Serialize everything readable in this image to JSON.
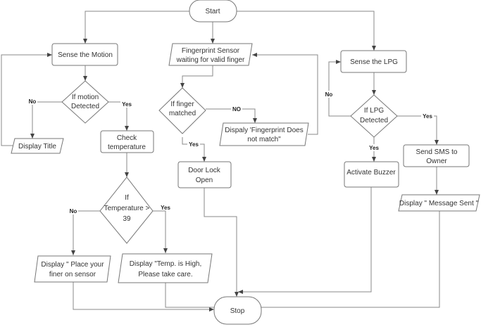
{
  "nodes": {
    "start": "Start",
    "sense_motion": "Sense the Motion",
    "motion_decision": [
      "If motion",
      "Detected"
    ],
    "display_title": "Display Title",
    "check_temp": [
      "Check",
      "temperature"
    ],
    "temp_decision": [
      "If",
      "Temperature >",
      "39"
    ],
    "display_place": [
      "Display \" Place your",
      "finer on sensor"
    ],
    "display_temp_high": [
      "Display \"Temp. is High,",
      "Please take care."
    ],
    "fingerprint": [
      "Fingerprint Sensor",
      "waiting for valid finger"
    ],
    "finger_decision": [
      "If finger",
      "matched"
    ],
    "display_fp_nomatch": [
      "Dispaly 'Fingerprint Does",
      "not match\""
    ],
    "door_lock": [
      "Door Lock",
      "Open"
    ],
    "sense_lpg": "Sense the LPG",
    "lpg_decision": [
      "If LPG",
      "Detected"
    ],
    "activate_buzzer": "Activate Buzzer",
    "send_sms": [
      "Send SMS to",
      "Owner"
    ],
    "display_msg_sent": "Display \" Message Sent \"",
    "stop": "Stop"
  },
  "edge_labels": {
    "motion_no": "No",
    "motion_yes": "Yes",
    "temp_no": "No",
    "temp_yes": "Yes",
    "finger_no": "NO",
    "finger_yes": "Yes",
    "lpg_no": "No",
    "lpg_yes_down": "Yes",
    "lpg_yes_right": "Yes"
  }
}
